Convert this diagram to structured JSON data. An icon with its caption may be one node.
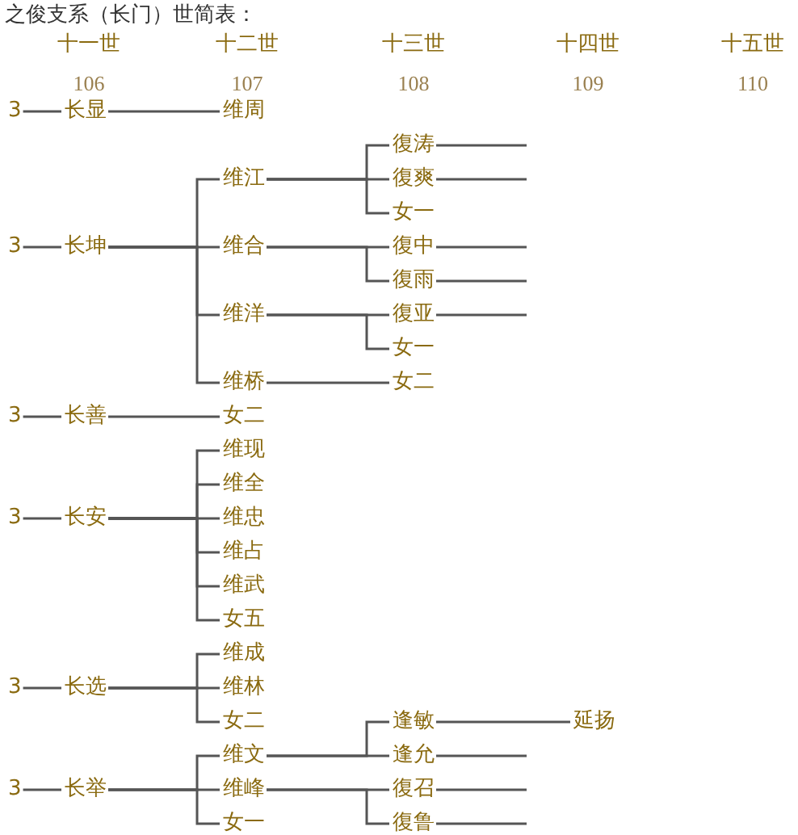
{
  "diagram": {
    "title": "之俊支系（长门）世简表：",
    "labels": [
      "十一世",
      "十二世",
      "十三世",
      "十四世",
      "十五世",
      "106",
      "107",
      "108",
      "109",
      "110"
    ],
    "nodes": [
      {
        "text": [
          "3"
        ]
      },
      {
        "text": [
          "长显"
        ]
      },
      {
        "text": [
          "维周"
        ]
      },
      {
        "text": [
          "復涛"
        ]
      },
      {
        "text": [
          "维江"
        ]
      },
      {
        "text": [
          "復爽"
        ]
      },
      {
        "text": [
          "女一"
        ]
      },
      {
        "text": [
          "3"
        ]
      },
      {
        "text": [
          "长坤"
        ]
      },
      {
        "text": [
          "维合"
        ]
      },
      {
        "text": [
          "復中"
        ]
      },
      {
        "text": [
          "復雨"
        ]
      },
      {
        "text": [
          "维洋"
        ]
      },
      {
        "text": [
          "復亚"
        ]
      },
      {
        "text": [
          "女一"
        ]
      },
      {
        "text": [
          "维桥"
        ]
      },
      {
        "text": [
          "女二"
        ]
      },
      {
        "text": [
          "3"
        ]
      },
      {
        "text": [
          "长善"
        ]
      },
      {
        "text": [
          "女二"
        ]
      },
      {
        "text": [
          "维现"
        ]
      },
      {
        "text": [
          "维全"
        ]
      },
      {
        "text": [
          "3"
        ]
      },
      {
        "text": [
          "长安"
        ]
      },
      {
        "text": [
          "维忠"
        ]
      },
      {
        "text": [
          "维占"
        ]
      },
      {
        "text": [
          "维武"
        ]
      },
      {
        "text": [
          "女五"
        ]
      },
      {
        "text": [
          "维成"
        ]
      },
      {
        "text": [
          "3"
        ]
      },
      {
        "text": [
          "长选"
        ]
      },
      {
        "text": [
          "维林"
        ]
      },
      {
        "text": [
          "女二"
        ]
      },
      {
        "text": [
          "逢敏"
        ]
      },
      {
        "text": [
          "延扬"
        ]
      },
      {
        "text": [
          "维文"
        ]
      },
      {
        "text": [
          "逢允"
        ]
      },
      {
        "text": [
          "3"
        ]
      },
      {
        "text": [
          "长举"
        ]
      },
      {
        "text": [
          "维峰"
        ]
      },
      {
        "text": [
          "復召"
        ]
      },
      {
        "text": [
          "女一"
        ]
      },
      {
        "text": [
          "復鲁"
        ]
      }
    ],
    "edges": [
      {
        "from": 0,
        "to": 1,
        "arrow": "none"
      },
      {
        "from": 1,
        "to": 2,
        "arrow": "none"
      },
      {
        "from": 3,
        "to": null,
        "arrow": "none"
      },
      {
        "from": 4,
        "to": 3,
        "arrow": "none"
      },
      {
        "from": 4,
        "to": 5,
        "arrow": "none"
      },
      {
        "from": 4,
        "to": 6,
        "arrow": "none"
      },
      {
        "from": 5,
        "to": null,
        "arrow": "none"
      },
      {
        "from": 7,
        "to": 8,
        "arrow": "none"
      },
      {
        "from": 8,
        "to": 4,
        "arrow": "none"
      },
      {
        "from": 8,
        "to": 9,
        "arrow": "none"
      },
      {
        "from": 8,
        "to": 12,
        "arrow": "none"
      },
      {
        "from": 8,
        "to": 15,
        "arrow": "none"
      },
      {
        "from": 9,
        "to": 10,
        "arrow": "none"
      },
      {
        "from": 9,
        "to": 11,
        "arrow": "none"
      },
      {
        "from": 10,
        "to": null,
        "arrow": "none"
      },
      {
        "from": 11,
        "to": null,
        "arrow": "none"
      },
      {
        "from": 12,
        "to": 13,
        "arrow": "none"
      },
      {
        "from": 12,
        "to": 14,
        "arrow": "none"
      },
      {
        "from": 13,
        "to": null,
        "arrow": "none"
      },
      {
        "from": 15,
        "to": 16,
        "arrow": "none"
      },
      {
        "from": 17,
        "to": 18,
        "arrow": "none"
      },
      {
        "from": 18,
        "to": 19,
        "arrow": "none"
      },
      {
        "from": 22,
        "to": 23,
        "arrow": "none"
      },
      {
        "from": 23,
        "to": 20,
        "arrow": "none"
      },
      {
        "from": 23,
        "to": 21,
        "arrow": "none"
      },
      {
        "from": 23,
        "to": 24,
        "arrow": "none"
      },
      {
        "from": 23,
        "to": 25,
        "arrow": "none"
      },
      {
        "from": 23,
        "to": 26,
        "arrow": "none"
      },
      {
        "from": 23,
        "to": 27,
        "arrow": "none"
      },
      {
        "from": 29,
        "to": 30,
        "arrow": "none"
      },
      {
        "from": 30,
        "to": 28,
        "arrow": "none"
      },
      {
        "from": 30,
        "to": 31,
        "arrow": "none"
      },
      {
        "from": 30,
        "to": 32,
        "arrow": "none"
      },
      {
        "from": 33,
        "to": 34,
        "arrow": "none"
      },
      {
        "from": 35,
        "to": 33,
        "arrow": "none"
      },
      {
        "from": 35,
        "to": 36,
        "arrow": "none"
      },
      {
        "from": 36,
        "to": null,
        "arrow": "none"
      },
      {
        "from": 37,
        "to": 38,
        "arrow": "none"
      },
      {
        "from": 38,
        "to": 35,
        "arrow": "none"
      },
      {
        "from": 38,
        "to": 39,
        "arrow": "none"
      },
      {
        "from": 38,
        "to": 41,
        "arrow": "none"
      },
      {
        "from": 39,
        "to": 40,
        "arrow": "none"
      },
      {
        "from": 39,
        "to": 42,
        "arrow": "none"
      },
      {
        "from": 40,
        "to": null,
        "arrow": "none"
      },
      {
        "from": 42,
        "to": null,
        "arrow": "none"
      }
    ]
  }
}
